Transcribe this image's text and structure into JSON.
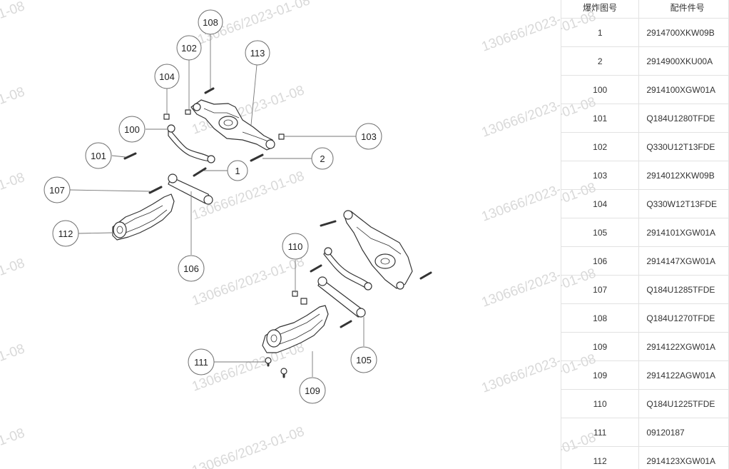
{
  "diagram": {
    "watermark": "130666/2023-01-08",
    "callouts": [
      "1",
      "2",
      "100",
      "101",
      "102",
      "103",
      "104",
      "105",
      "106",
      "107",
      "108",
      "109",
      "110",
      "111",
      "112",
      "113"
    ]
  },
  "table": {
    "headers": [
      "爆炸图号",
      "配件件号"
    ],
    "rows": [
      {
        "ref": "1",
        "part": "2914700XKW09B"
      },
      {
        "ref": "2",
        "part": "2914900XKU00A"
      },
      {
        "ref": "100",
        "part": "2914100XGW01A"
      },
      {
        "ref": "101",
        "part": "Q184U1280TFDE"
      },
      {
        "ref": "102",
        "part": "Q330U12T13FDE"
      },
      {
        "ref": "103",
        "part": "2914012XKW09B"
      },
      {
        "ref": "104",
        "part": "Q330W12T13FDE"
      },
      {
        "ref": "105",
        "part": "2914101XGW01A"
      },
      {
        "ref": "106",
        "part": "2914147XGW01A"
      },
      {
        "ref": "107",
        "part": "Q184U1285TFDE"
      },
      {
        "ref": "108",
        "part": "Q184U1270TFDE"
      },
      {
        "ref": "109",
        "part": "2914122XGW01A"
      },
      {
        "ref": "109",
        "part": "2914122AGW01A"
      },
      {
        "ref": "110",
        "part": "Q184U1225TFDE"
      },
      {
        "ref": "111",
        "part": "09120187"
      },
      {
        "ref": "112",
        "part": "2914123XGW01A"
      }
    ]
  }
}
